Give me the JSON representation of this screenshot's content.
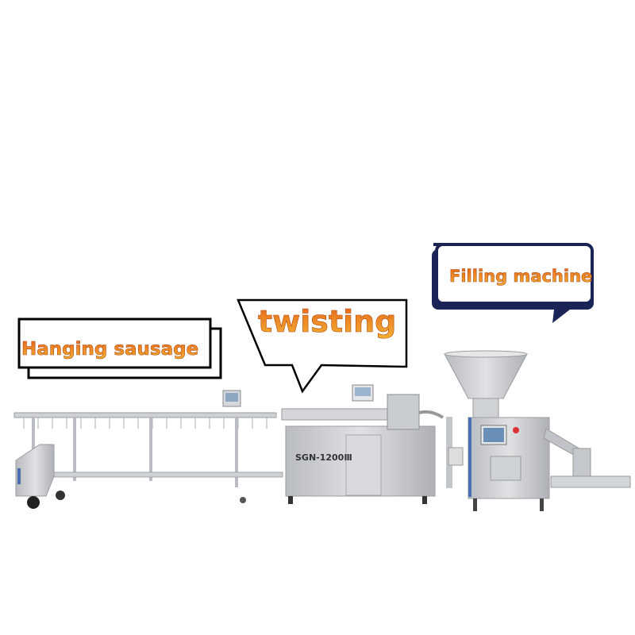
{
  "labels": {
    "hanging": "Hanging sausage",
    "twisting": "twisting",
    "filling": "Filling machine"
  },
  "machine": {
    "model": "SGN-1200Ⅲ"
  },
  "colors": {
    "label_orange_top": "#e8641a",
    "label_orange_bottom": "#f2b233",
    "filling_bubble_border": "#1a2456",
    "steel": "#c9cccf"
  }
}
